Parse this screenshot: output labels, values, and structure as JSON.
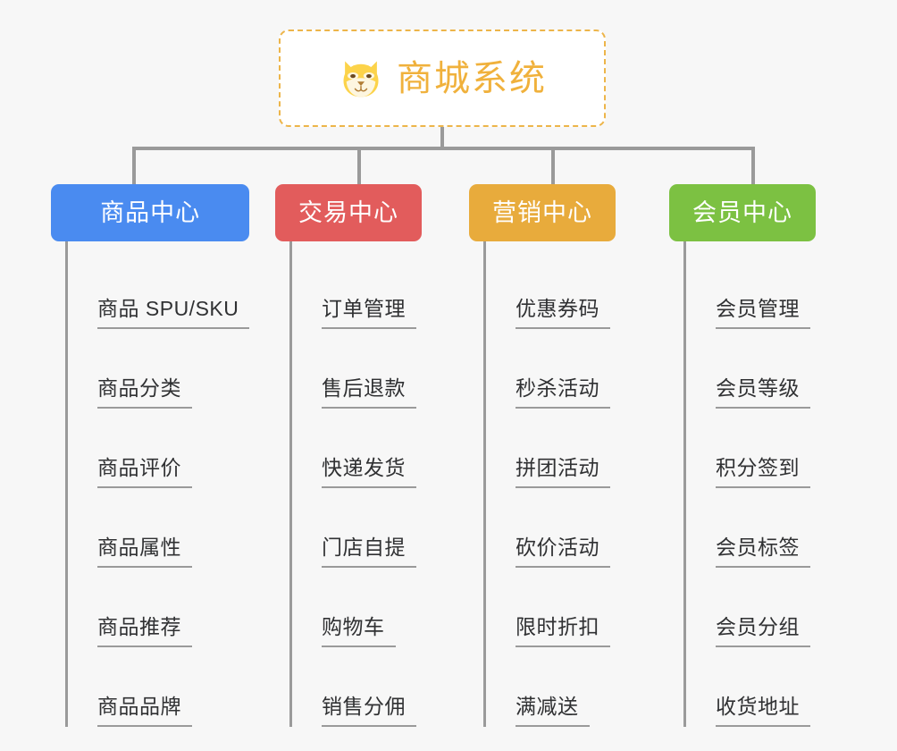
{
  "page": {
    "background_color": "#f7f7f7",
    "type": "mindmap"
  },
  "root": {
    "title": "商城系统",
    "icon": "shiba-dog-face-icon",
    "text_color": "#f0b13c",
    "border_color": "#edb54a",
    "border_style": "dashed",
    "background_color": "#ffffff"
  },
  "connector": {
    "color": "#9a9a9a"
  },
  "branches": [
    {
      "label": "商品中心",
      "color": "#4a8bf0",
      "items": [
        "商品 SPU/SKU",
        "商品分类",
        "商品评价",
        "商品属性",
        "商品推荐",
        "商品品牌"
      ]
    },
    {
      "label": "交易中心",
      "color": "#e25c5c",
      "items": [
        "订单管理",
        "售后退款",
        "快递发货",
        "门店自提",
        "购物车",
        "销售分佣"
      ]
    },
    {
      "label": "营销中心",
      "color": "#e8ab3c",
      "items": [
        "优惠券码",
        "秒杀活动",
        "拼团活动",
        "砍价活动",
        "限时折扣",
        "满减送"
      ]
    },
    {
      "label": "会员中心",
      "color": "#7cc142",
      "items": [
        "会员管理",
        "会员等级",
        "积分签到",
        "会员标签",
        "会员分组",
        "收货地址"
      ]
    }
  ]
}
